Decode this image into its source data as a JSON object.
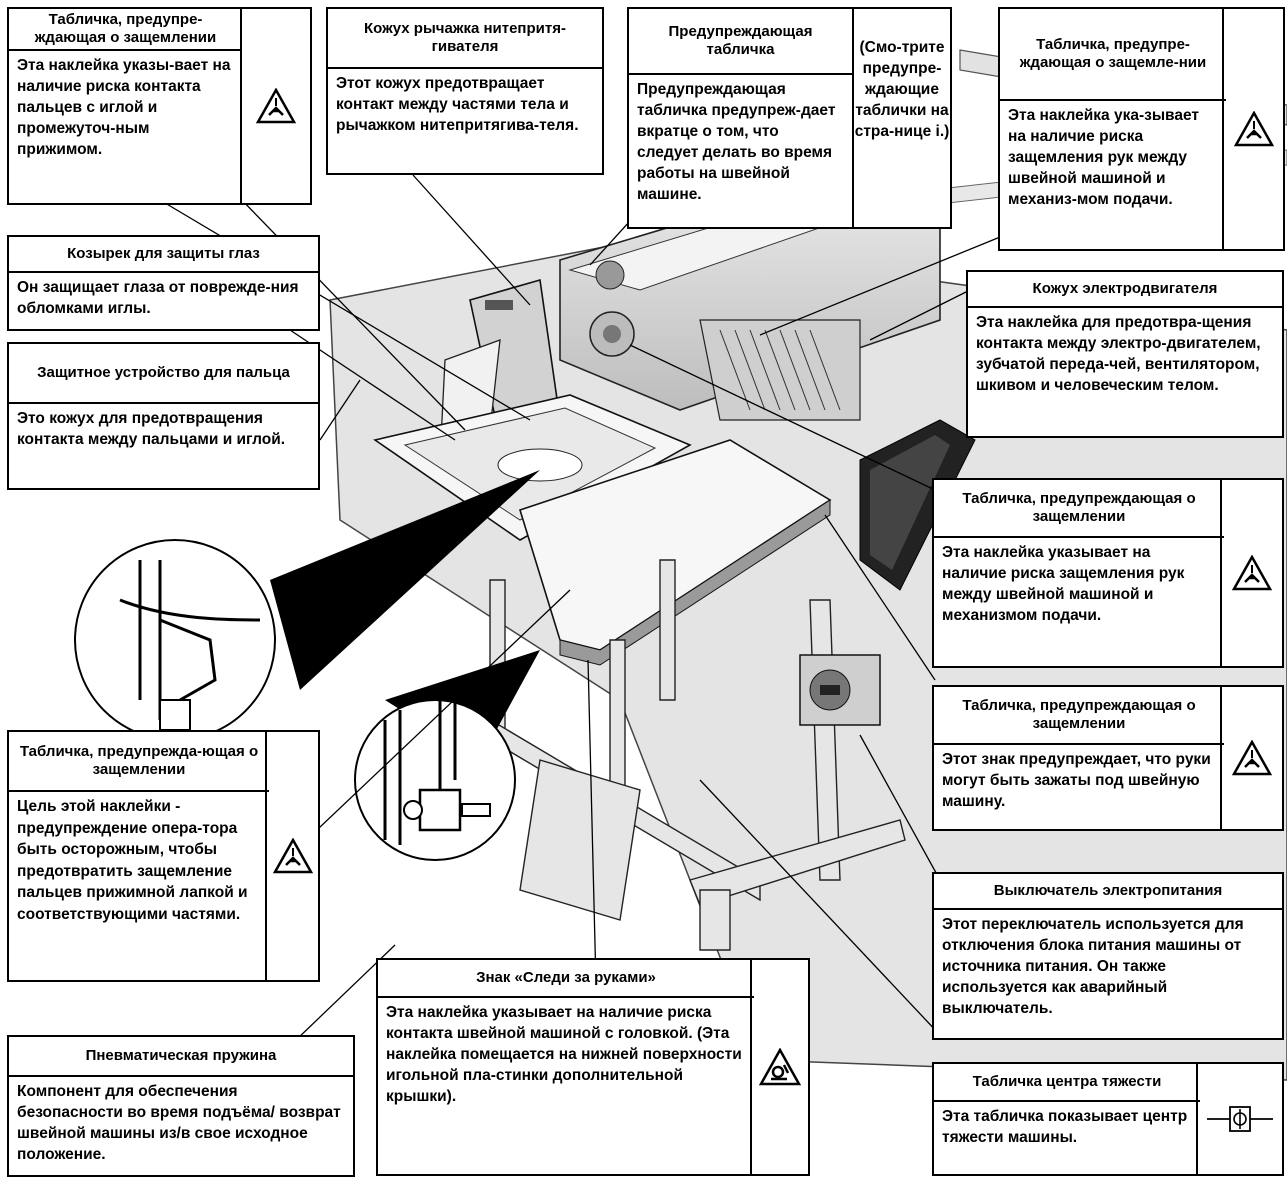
{
  "labels": {
    "pinch_top_left": {
      "title": "Табличка, предупре-ждающая о защемлении",
      "body": "Эта наклейка указы-вает на наличие риска контакта пальцев с иглой и промежуточ-ным прижимом.",
      "symbol": "pinch-warning-icon"
    },
    "thread_takeup_cover": {
      "title": "Кожух рычажка нитепритя-гивателя",
      "body": "Этот кожух предотвращает контакт между частями тела и рычажком нитепритягива-теля."
    },
    "warning_label": {
      "title": "Предупреждающая табличка",
      "body": "Предупреждающая табличка предупреж-дает вкратце о том, что следует делать во время работы на швейной машине.",
      "side_note": "(Смо-трите предупре-ждающие таблички на стра-нице i.)"
    },
    "pinch_top_right": {
      "title": "Табличка, предупре-ждающая о защемле-нии",
      "body": "Эта наклейка ука-зывает на наличие риска защемления рук между швейной машиной и механиз-мом подачи.",
      "symbol": "pinch-warning-icon"
    },
    "eye_guard": {
      "title": "Козырек для защиты глаз",
      "body": "Он защищает глаза от поврежде-ния обломками иглы."
    },
    "motor_cover": {
      "title": "Кожух электродвигателя",
      "body": "Эта наклейка для предотвра-щения контакта между электро-двигателем, зубчатой переда-чей, вентилятором, шкивом и человеческим телом."
    },
    "finger_guard": {
      "title": "Защитное  устройство для пальца",
      "body": "Это кожух для предотвращения контакта между пальцами и иглой."
    },
    "pinch_right_mid": {
      "title": "Табличка, предупреждающая о защемлении",
      "body": "Эта наклейка указывает на наличие риска защемления рук между швейной машиной и механизмом подачи.",
      "symbol": "pinch-warning-icon"
    },
    "pinch_right_low": {
      "title": "Табличка, предупреждающая о защемлении",
      "body": "Этот знак предупреждает, что руки могут быть зажаты под швейную машину.",
      "symbol": "pinch-warning-icon"
    },
    "pinch_left_low": {
      "title": "Табличка, предупрежда-ющая о защемлении",
      "body": "Цель этой наклейки - предупреждение опера-тора быть осторожным, чтобы предотвратить защемление пальцев прижимной лапкой и соответствующими частями.",
      "symbol": "pinch-warning-icon"
    },
    "power_switch": {
      "title": "Выключатель электропитания",
      "body": "Этот переключатель используется для отключения блока питания машины от источника питания. Он также используется как аварийный выключатель."
    },
    "watch_hands": {
      "title": "Знак «Следи за руками»",
      "body": "Эта наклейка указывает на наличие риска контакта швейной машиной с головкой. (Эта наклейка помещается на нижней поверхности игольной пла-стинки дополнительной крышки).",
      "symbol": "watch-hands-warning-icon"
    },
    "gas_spring": {
      "title": "Пневматическая пружина",
      "body": "Компонент для обеспечения безопасности во время подъёма/ возврат швейной машины из/в свое исходное положение."
    },
    "center_gravity": {
      "title": "Табличка центра тяжести",
      "body": "Эта табличка показывает центр тяжести машины.",
      "symbol": "center-of-gravity-icon"
    }
  },
  "colors": {
    "ink": "#000000",
    "paper": "#ffffff",
    "machine_gray": "#d9d9d9"
  }
}
